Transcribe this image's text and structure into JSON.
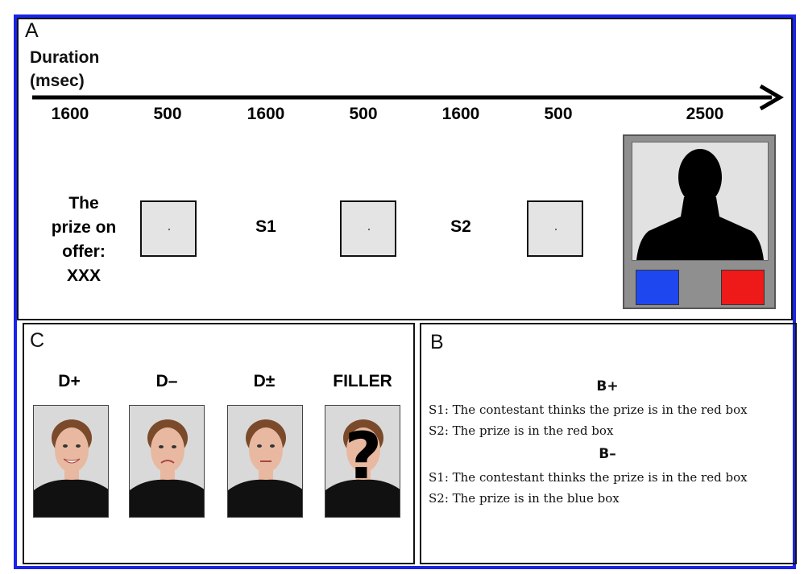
{
  "panel_a": {
    "letter": "A",
    "duration_label_line1": "Duration",
    "duration_label_line2": "(msec)",
    "durations": [
      "1600",
      "500",
      "1600",
      "500",
      "1600",
      "500",
      "2500"
    ],
    "prize_text_lines": [
      "The",
      "prize on",
      "offer:",
      "XXX"
    ],
    "s1": "S1",
    "s2": "S2",
    "response_colors": {
      "left": "#1f47f0",
      "right": "#ee1a1a"
    }
  },
  "panel_b": {
    "letter": "B",
    "b_plus": {
      "heading": "B+",
      "s1": "S1: The contestant thinks the prize is in the red box",
      "s2": "S2: The prize is in the red box"
    },
    "b_minus": {
      "heading": "B–",
      "s1": "S1: The contestant thinks the prize is in the red box",
      "s2": "S2: The prize is in the blue box"
    }
  },
  "panel_c": {
    "letter": "C",
    "faces": [
      {
        "label": "D+"
      },
      {
        "label": "D–"
      },
      {
        "label": "D±"
      },
      {
        "label": "FILLER",
        "overlay": "?"
      }
    ]
  },
  "colors": {
    "frame": "#1a24e6"
  }
}
